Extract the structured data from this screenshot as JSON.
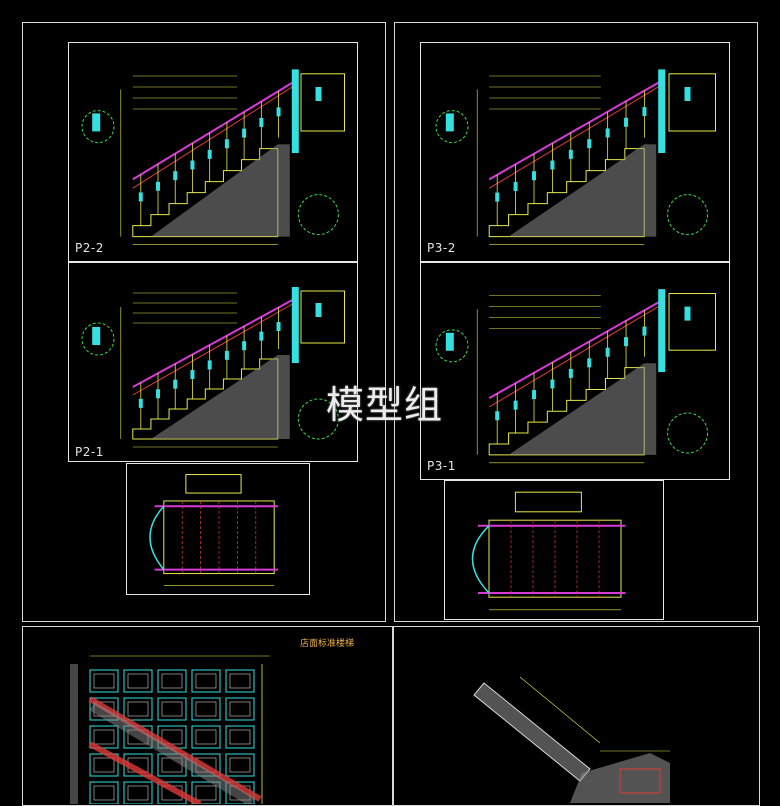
{
  "drawing": {
    "watermark": "模型组",
    "panels": [
      {
        "id": "p2-2",
        "label": "P2-2"
      },
      {
        "id": "p2-1",
        "label": "P2-1"
      },
      {
        "id": "p3-2",
        "label": "P3-2"
      },
      {
        "id": "p3-1",
        "label": "P3-1"
      }
    ],
    "section_title": "店面标准楼梯"
  },
  "colors": {
    "background": "#000000",
    "frame": "#d8d8d8",
    "line_yellow": "#e8e84a",
    "line_cyan": "#35e0e0",
    "line_magenta": "#d83ad8",
    "line_red": "#e23a3a",
    "line_green": "#3ad84a",
    "hatch_grey": "#8a8a8a"
  }
}
